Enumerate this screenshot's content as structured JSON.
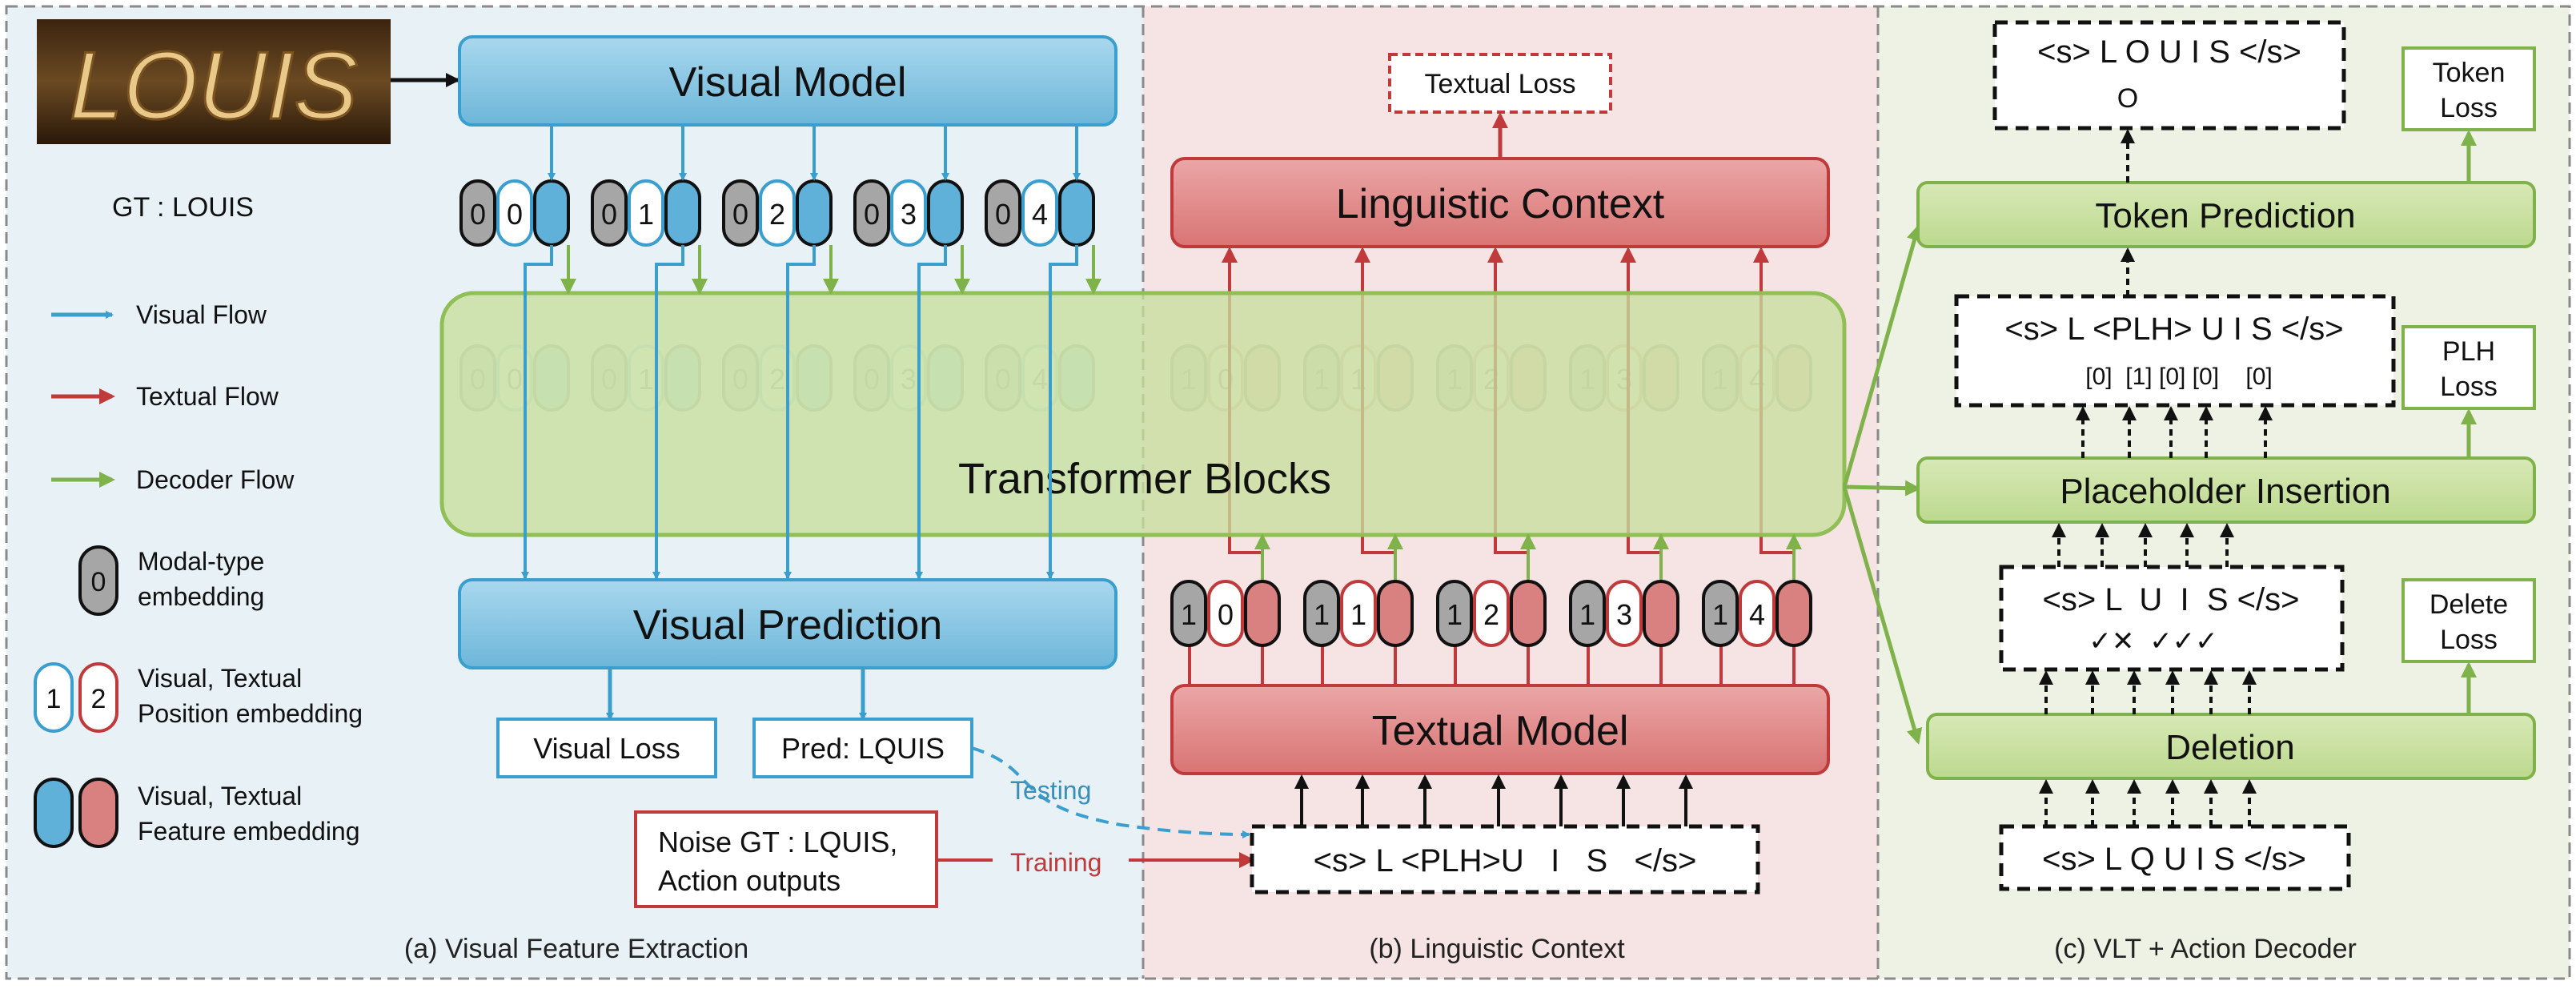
{
  "sections": {
    "visual": "(a) Visual Feature Extraction",
    "linguistic": "(b) Linguistic Context",
    "decoder": "(c) VLT + Action Decoder"
  },
  "input_word_image": "LOUIS",
  "gt_label": "GT : LOUIS",
  "legend": {
    "visual_flow": "Visual Flow",
    "textual_flow": "Textual Flow",
    "decoder_flow": "Decoder Flow",
    "modal_type": [
      "Modal-type",
      "embedding"
    ],
    "position": [
      "Visual, Textual",
      "Position embedding"
    ],
    "feature": [
      "Visual, Textual",
      "Feature embedding"
    ],
    "modal_digit": "0",
    "pos_digits": [
      "1",
      "2"
    ]
  },
  "visual_model": "Visual Model",
  "visual_prediction": "Visual Prediction",
  "visual_loss": "Visual Loss",
  "pred_label": "Pred: LQUIS",
  "testing": "Testing",
  "training": "Training",
  "noise_gt": [
    "Noise GT : LQUIS,",
    "Action outputs"
  ],
  "visual_tokens": [
    {
      "modal": "0",
      "pos": "0"
    },
    {
      "modal": "0",
      "pos": "1"
    },
    {
      "modal": "0",
      "pos": "2"
    },
    {
      "modal": "0",
      "pos": "3"
    },
    {
      "modal": "0",
      "pos": "4"
    }
  ],
  "textual_tokens": [
    {
      "modal": "1",
      "pos": "0"
    },
    {
      "modal": "1",
      "pos": "1"
    },
    {
      "modal": "1",
      "pos": "2"
    },
    {
      "modal": "1",
      "pos": "3"
    },
    {
      "modal": "1",
      "pos": "4"
    }
  ],
  "transformer_blocks": "Transformer Blocks",
  "linguistic_context": "Linguistic Context",
  "textual_loss": "Textual Loss",
  "textual_model": "Textual Model",
  "textual_input": "<s> L <PLH>U   I   S   </s>",
  "decoder": {
    "output_seq": "<s> L O U I S </s>",
    "output_sub": "O",
    "token_loss": [
      "Token",
      "Loss"
    ],
    "token_prediction": "Token Prediction",
    "plh_seq": "<s> L <PLH> U I S </s>",
    "plh_counts": "[0]  [1] [0] [0]    [0]",
    "plh_loss": [
      "PLH",
      "Loss"
    ],
    "placeholder_insertion": "Placeholder Insertion",
    "del_seq": "<s> L  U  I  S </s>",
    "del_marks": "✓✕  ✓✓✓",
    "delete_loss": [
      "Delete",
      "Loss"
    ],
    "deletion": "Deletion",
    "input_seq": "<s> L Q U I S </s>"
  },
  "colors": {
    "visual": "#3a9fcf",
    "textual": "#c0393b",
    "decoder": "#7fb24a",
    "visual_box": "#7fc1df",
    "textual_box": "#e08a8a",
    "decoder_box": "#c6df9c",
    "gray_token": "#a6a6a6"
  }
}
